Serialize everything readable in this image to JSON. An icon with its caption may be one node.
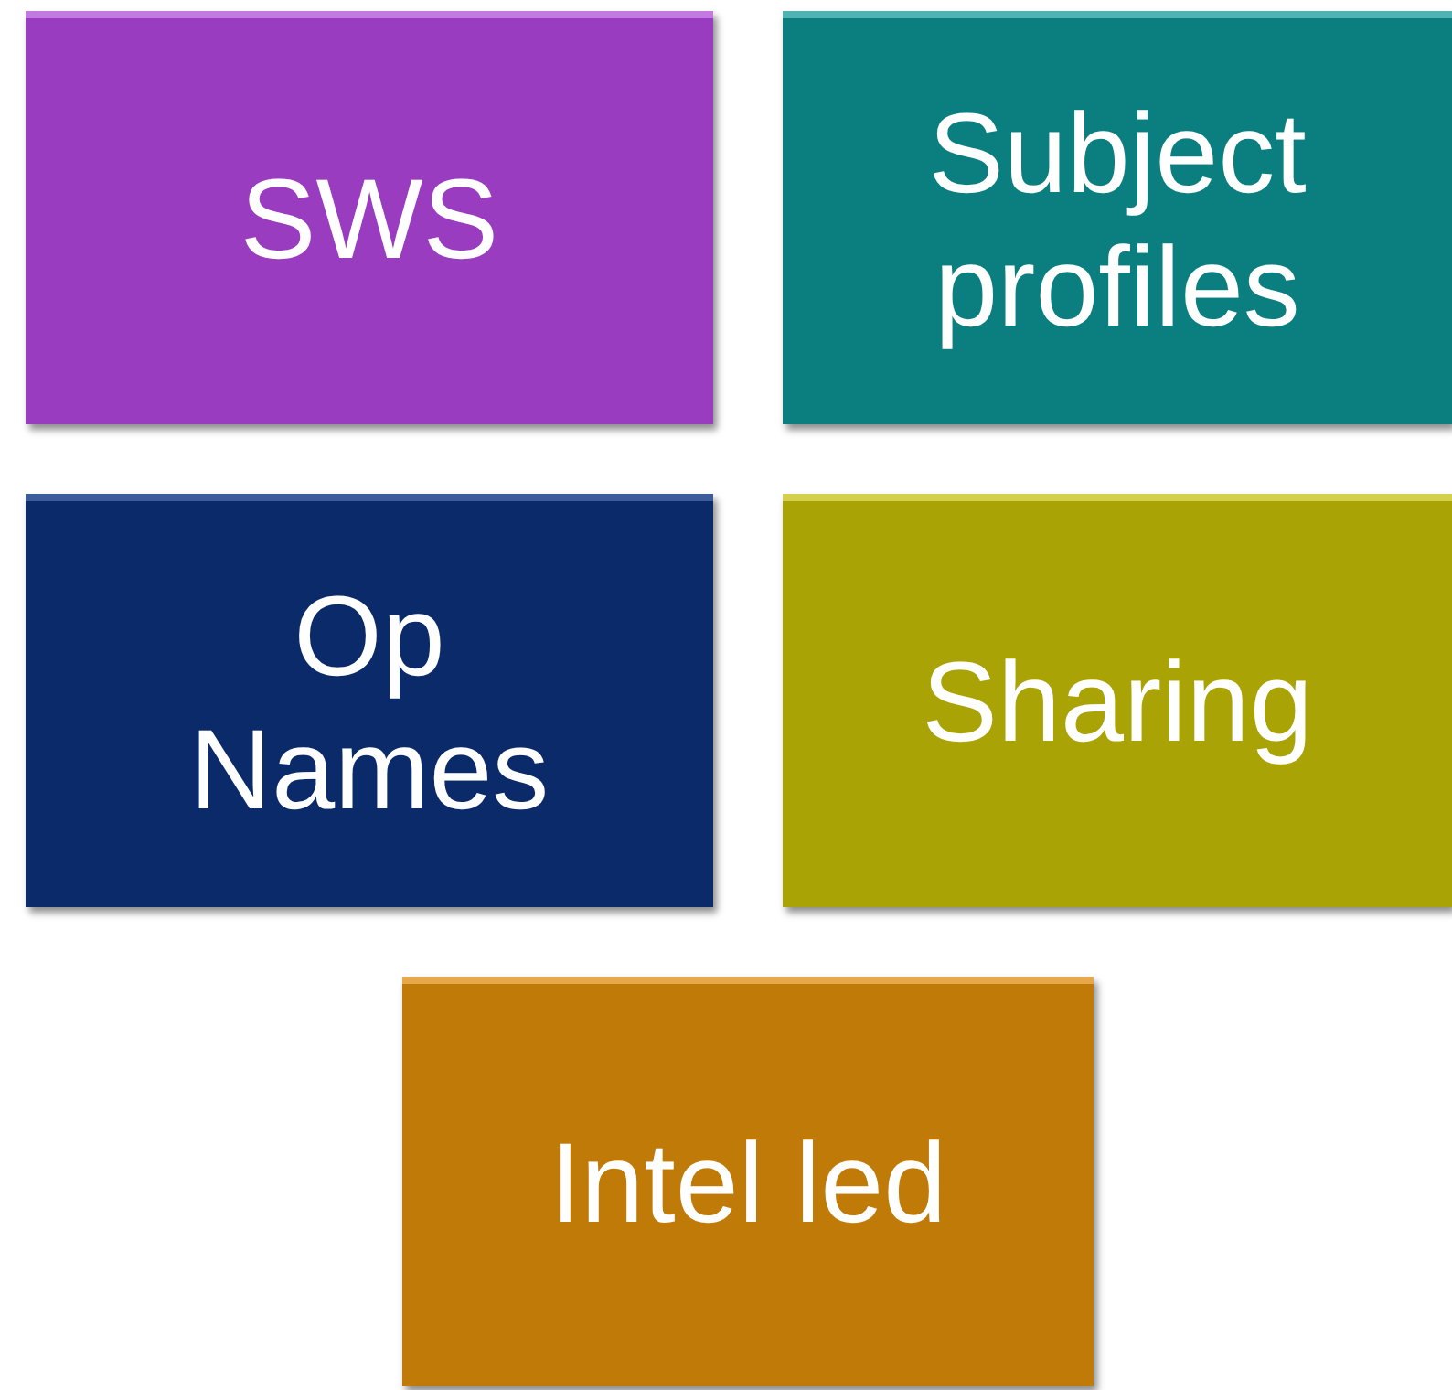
{
  "diagram": {
    "nodes": [
      {
        "text": [
          "SWS"
        ]
      },
      {
        "text": [
          "Subject profiles"
        ]
      },
      {
        "text": [
          "Op Names"
        ]
      },
      {
        "text": [
          "Sharing"
        ]
      },
      {
        "text": [
          "Intel led"
        ]
      }
    ]
  }
}
